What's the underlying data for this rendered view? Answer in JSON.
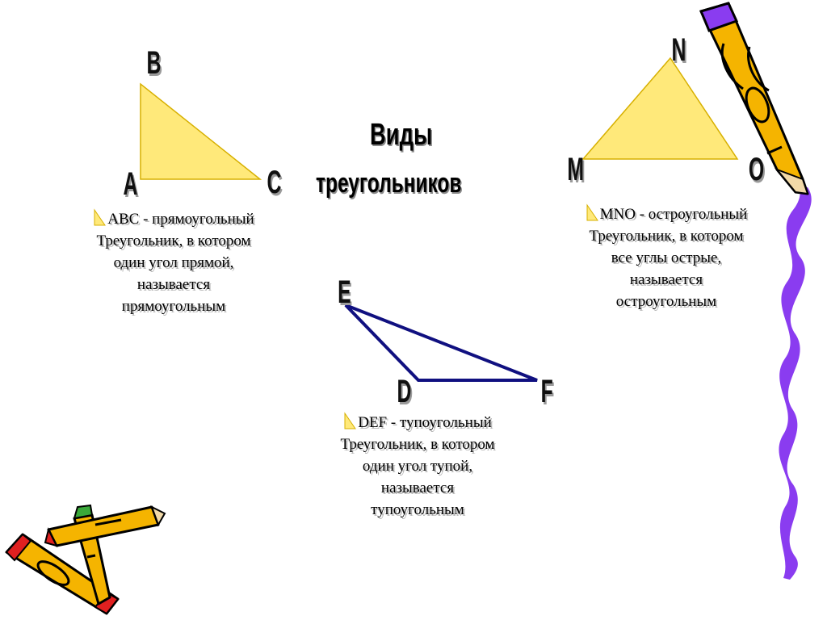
{
  "title": {
    "line1": "Виды",
    "line2": "треугольников"
  },
  "triangles": {
    "abc": {
      "vertices": [
        "A",
        "B",
        "C"
      ],
      "description": [
        "ABC - прямоугольный",
        "Треугольник, в котором",
        "один угол прямой,",
        "называется",
        "прямоугольным"
      ]
    },
    "mno": {
      "vertices": [
        "M",
        "N",
        "O"
      ],
      "description": [
        "MNO - остроугольный",
        "Треугольник, в котором",
        "все углы острые,",
        "называется",
        "остроугольным"
      ]
    },
    "def": {
      "vertices": [
        "D",
        "E",
        "F"
      ],
      "description": [
        "DEF - тупоугольный",
        "Треугольник, в котором",
        "один угол тупой,",
        "называется",
        "тупоугольным"
      ]
    }
  },
  "colors": {
    "triangle_fill": "#ffe97a",
    "triangle_stroke": "#d7b000",
    "obtuse_stroke": "#101080",
    "ribbon": "#8a3cf0",
    "pencil_body": "#f5b400",
    "pencil_outline": "#000000"
  },
  "icons": [
    "pencil-icon",
    "crossed-pencils-icon",
    "triangle-bullet-icon",
    "ribbon-decoration"
  ]
}
